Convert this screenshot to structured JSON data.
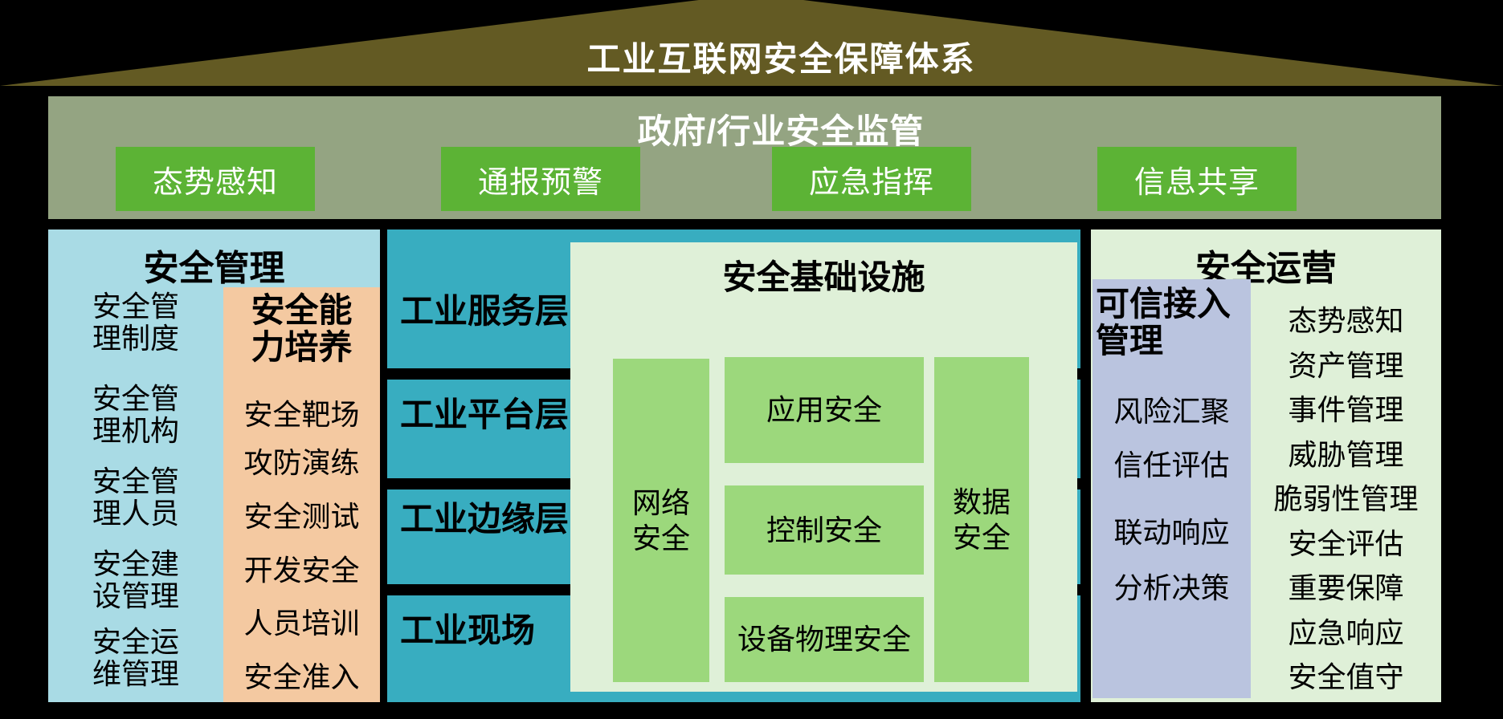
{
  "roof": {
    "title": "工业互联网安全保障体系"
  },
  "regulation_band": {
    "title": "政府/行业安全监管",
    "items": [
      "态势感知",
      "通报预警",
      "应急指挥",
      "信息共享"
    ]
  },
  "security_management": {
    "title": "安全管理",
    "items": [
      "安全管理制度",
      "安全管理机构",
      "安全管理人员",
      "安全建设管理",
      "安全运维管理"
    ],
    "capability": {
      "title": "安全能力培养",
      "items": [
        "安全靶场",
        "攻防演练",
        "安全测试",
        "开发安全",
        "人员培训",
        "安全准入"
      ]
    }
  },
  "industrial_layers": {
    "items": [
      "工业服务层",
      "工业平台层",
      "工业边缘层",
      "工业现场"
    ]
  },
  "security_infrastructure": {
    "title": "安全基础设施",
    "network_security": "网络安全",
    "items": [
      "应用安全",
      "控制安全",
      "设备物理安全"
    ],
    "data_security": "数据安全"
  },
  "security_operation": {
    "title": "安全运营",
    "trusted_access": {
      "title": "可信接入管理",
      "items": [
        "风险汇聚",
        "信任评估",
        "联动响应",
        "分析决策"
      ]
    },
    "items": [
      "态势感知",
      "资产管理",
      "事件管理",
      "威胁管理",
      "脆弱性管理",
      "安全评估",
      "重要保障",
      "应急响应",
      "安全值守"
    ]
  },
  "colors": {
    "roof": "#635A23",
    "band": "#94A482",
    "button_green": "#5CB335",
    "light_blue": "#A9DBE5",
    "peach": "#F4C9A1",
    "teal": "#38ADC0",
    "pale_green": "#DFF0D8",
    "box_green": "#9CD87C",
    "lavender": "#BAC4DF",
    "text_light": "#FFFFFF",
    "text_dark": "#000000"
  }
}
